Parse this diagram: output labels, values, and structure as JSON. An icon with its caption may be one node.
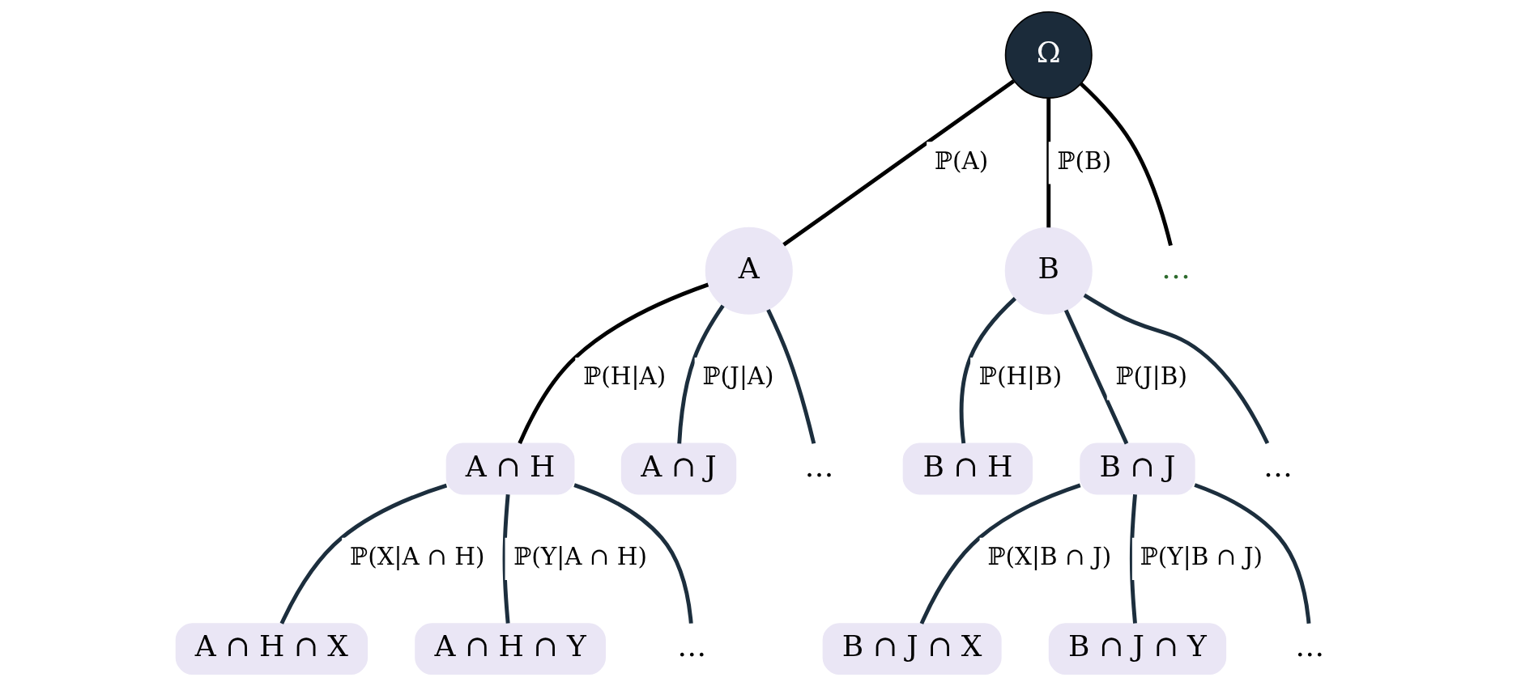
{
  "diagram": {
    "nodes": [
      {
        "text": [
          "Ω"
        ]
      },
      {
        "text": [
          "A"
        ]
      },
      {
        "text": [
          "B"
        ]
      },
      {
        "text": [
          "…"
        ]
      },
      {
        "text": [
          "A ∩ H"
        ]
      },
      {
        "text": [
          "A ∩ J"
        ]
      },
      {
        "text": [
          "…"
        ]
      },
      {
        "text": [
          "B ∩ H"
        ]
      },
      {
        "text": [
          "B ∩ J"
        ]
      },
      {
        "text": [
          "…"
        ]
      },
      {
        "text": [
          "A ∩ H ∩ X"
        ]
      },
      {
        "text": [
          "A ∩ H ∩ Y"
        ]
      },
      {
        "text": [
          "…"
        ]
      },
      {
        "text": [
          "B ∩ J ∩ X"
        ]
      },
      {
        "text": [
          "B ∩ J ∩ Y"
        ]
      },
      {
        "text": [
          "…"
        ]
      }
    ],
    "edges": [
      {
        "from": 0,
        "to": 1,
        "arrow": "none",
        "label": "ℙ(A)",
        "color": "#000000"
      },
      {
        "from": 0,
        "to": 2,
        "arrow": "none",
        "label": "ℙ(B)",
        "color": "#000000"
      },
      {
        "from": 0,
        "to": 3,
        "arrow": "none",
        "color": "#000000"
      },
      {
        "from": 1,
        "to": 4,
        "arrow": "none",
        "label": "ℙ(H|A)",
        "color": "#000000"
      },
      {
        "from": 1,
        "to": 5,
        "arrow": "none",
        "label": "ℙ(J|A)"
      },
      {
        "from": 1,
        "to": 6,
        "arrow": "none"
      },
      {
        "from": 2,
        "to": 7,
        "arrow": "none",
        "label": "ℙ(H|B)"
      },
      {
        "from": 2,
        "to": 8,
        "arrow": "none",
        "label": "ℙ(J|B)"
      },
      {
        "from": 2,
        "to": 9,
        "arrow": "none"
      },
      {
        "from": 4,
        "to": 10,
        "arrow": "none",
        "label": "ℙ(X|A ∩ H)"
      },
      {
        "from": 4,
        "to": 11,
        "arrow": "none",
        "label": "ℙ(Y|A ∩ H)"
      },
      {
        "from": 4,
        "to": 12,
        "arrow": "none"
      },
      {
        "from": 8,
        "to": 13,
        "arrow": "none",
        "label": "ℙ(X|B ∩ J)"
      },
      {
        "from": 8,
        "to": 14,
        "arrow": "none",
        "label": "ℙ(Y|B ∩ J)"
      },
      {
        "from": 8,
        "to": 15,
        "arrow": "none"
      }
    ]
  }
}
